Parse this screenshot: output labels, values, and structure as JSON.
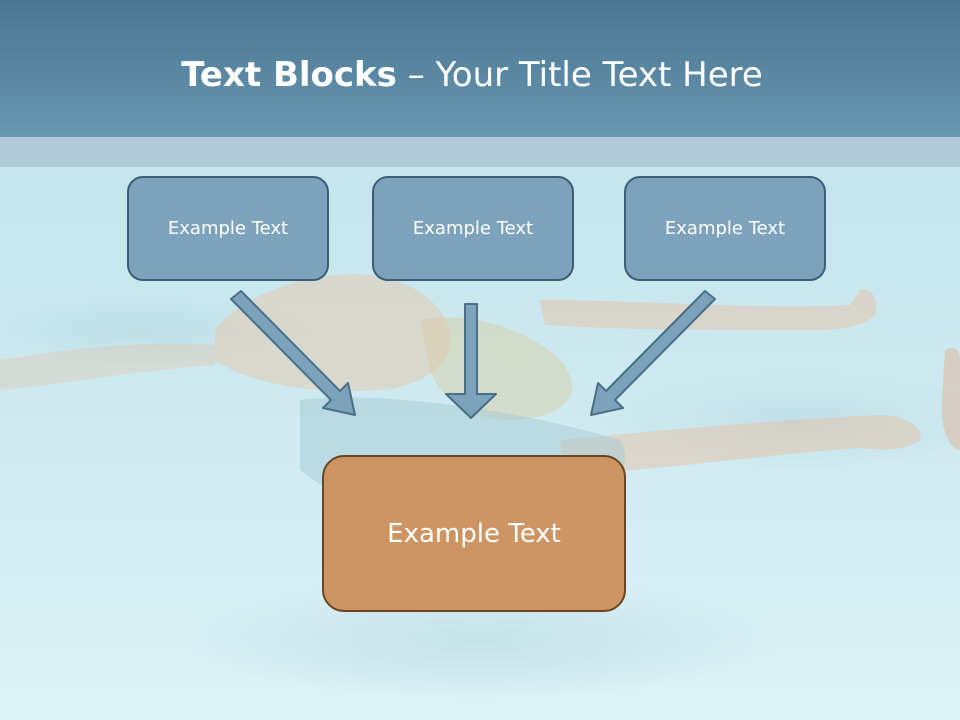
{
  "slide": {
    "title_bold": "Text Blocks",
    "title_dash": " – ",
    "title_rest": "Your Title Text Here"
  },
  "blocks": [
    {
      "label": "Example Text"
    },
    {
      "label": "Example Text"
    },
    {
      "label": "Example Text"
    }
  ],
  "result_block": {
    "label": "Example Text"
  },
  "colors": {
    "header": "#5a88a3",
    "header_band": "#b1cad8",
    "block_fill": "#7da2bb",
    "block_border": "#3b5f77",
    "result_fill": "#cc9563",
    "result_border": "#6b4423",
    "arrow": "#7da2bb"
  },
  "background": "pool-swimmer-photo"
}
